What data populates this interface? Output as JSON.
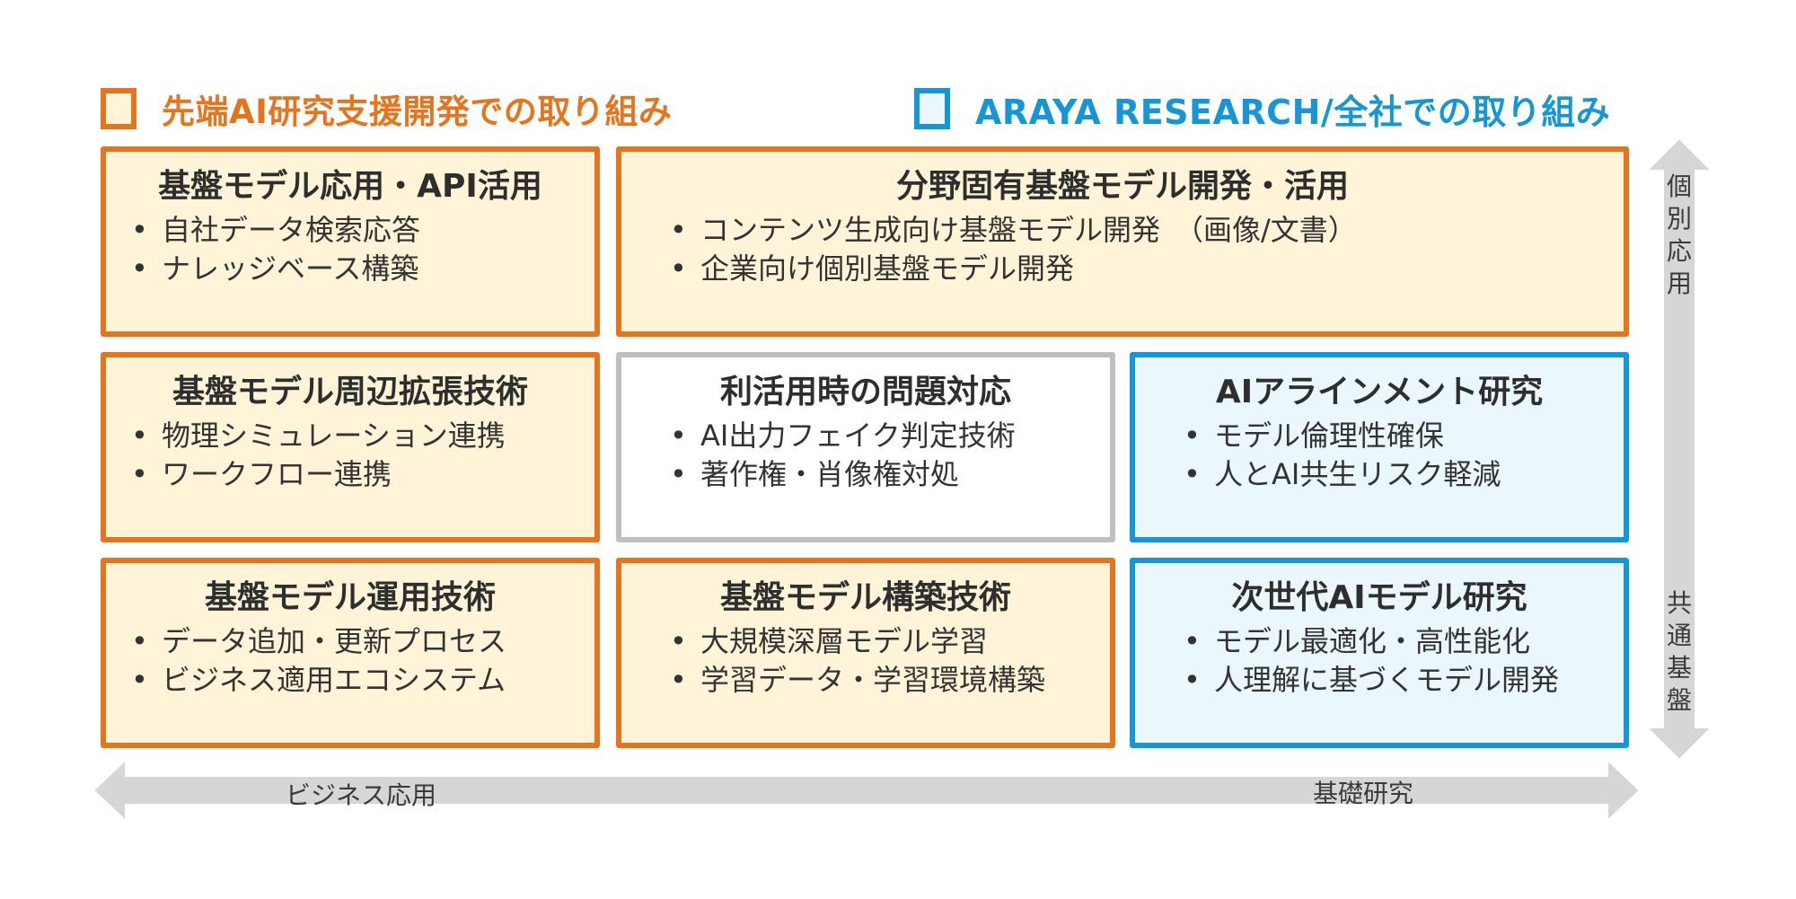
{
  "colors": {
    "orange": "#e6741d",
    "orange_bg": "#fff4d8",
    "blue": "#1696d6",
    "blue_bg": "#eaf7fc",
    "gray": "#bfbfbf",
    "arrow": "#d6d6d6"
  },
  "legend": {
    "orange_label": "先端AI研究支援開発での取り組み",
    "blue_label": "ARAYA RESEARCH/全社での取り組み"
  },
  "boxes": [
    {
      "title": "基盤モデル応用・API活用",
      "items": [
        "自社データ検索応答",
        "ナレッジベース構築"
      ]
    },
    {
      "title": "分野固有基盤モデル開発・活用",
      "items": [
        "コンテンツ生成向け基盤モデル開発　（画像/文書）",
        "企業向け個別基盤モデル開発"
      ]
    },
    {
      "title": "基盤モデル周辺拡張技術",
      "items": [
        "物理シミュレーション連携",
        "ワークフロー連携"
      ]
    },
    {
      "title": "利活用時の問題対応",
      "items": [
        "AI出力フェイク判定技術",
        "著作権・肖像権対処"
      ]
    },
    {
      "title": "AIアラインメント研究",
      "items": [
        "モデル倫理性確保",
        "人とAI共生リスク軽減"
      ]
    },
    {
      "title": "基盤モデル運用技術",
      "items": [
        "データ追加・更新プロセス",
        "ビジネス適用エコシステム"
      ]
    },
    {
      "title": "基盤モデル構築技術",
      "items": [
        "大規模深層モデル学習",
        "学習データ・学習環境構築"
      ]
    },
    {
      "title": "次世代AIモデル研究",
      "items": [
        "モデル最適化・高性能化",
        "人理解に基づくモデル開発"
      ]
    }
  ],
  "axes": {
    "horizontal_left": "ビジネス応用",
    "horizontal_right": "基礎研究",
    "vertical_top": [
      "個",
      "別",
      "応",
      "用"
    ],
    "vertical_bottom": [
      "共",
      "通",
      "基",
      "盤"
    ]
  }
}
